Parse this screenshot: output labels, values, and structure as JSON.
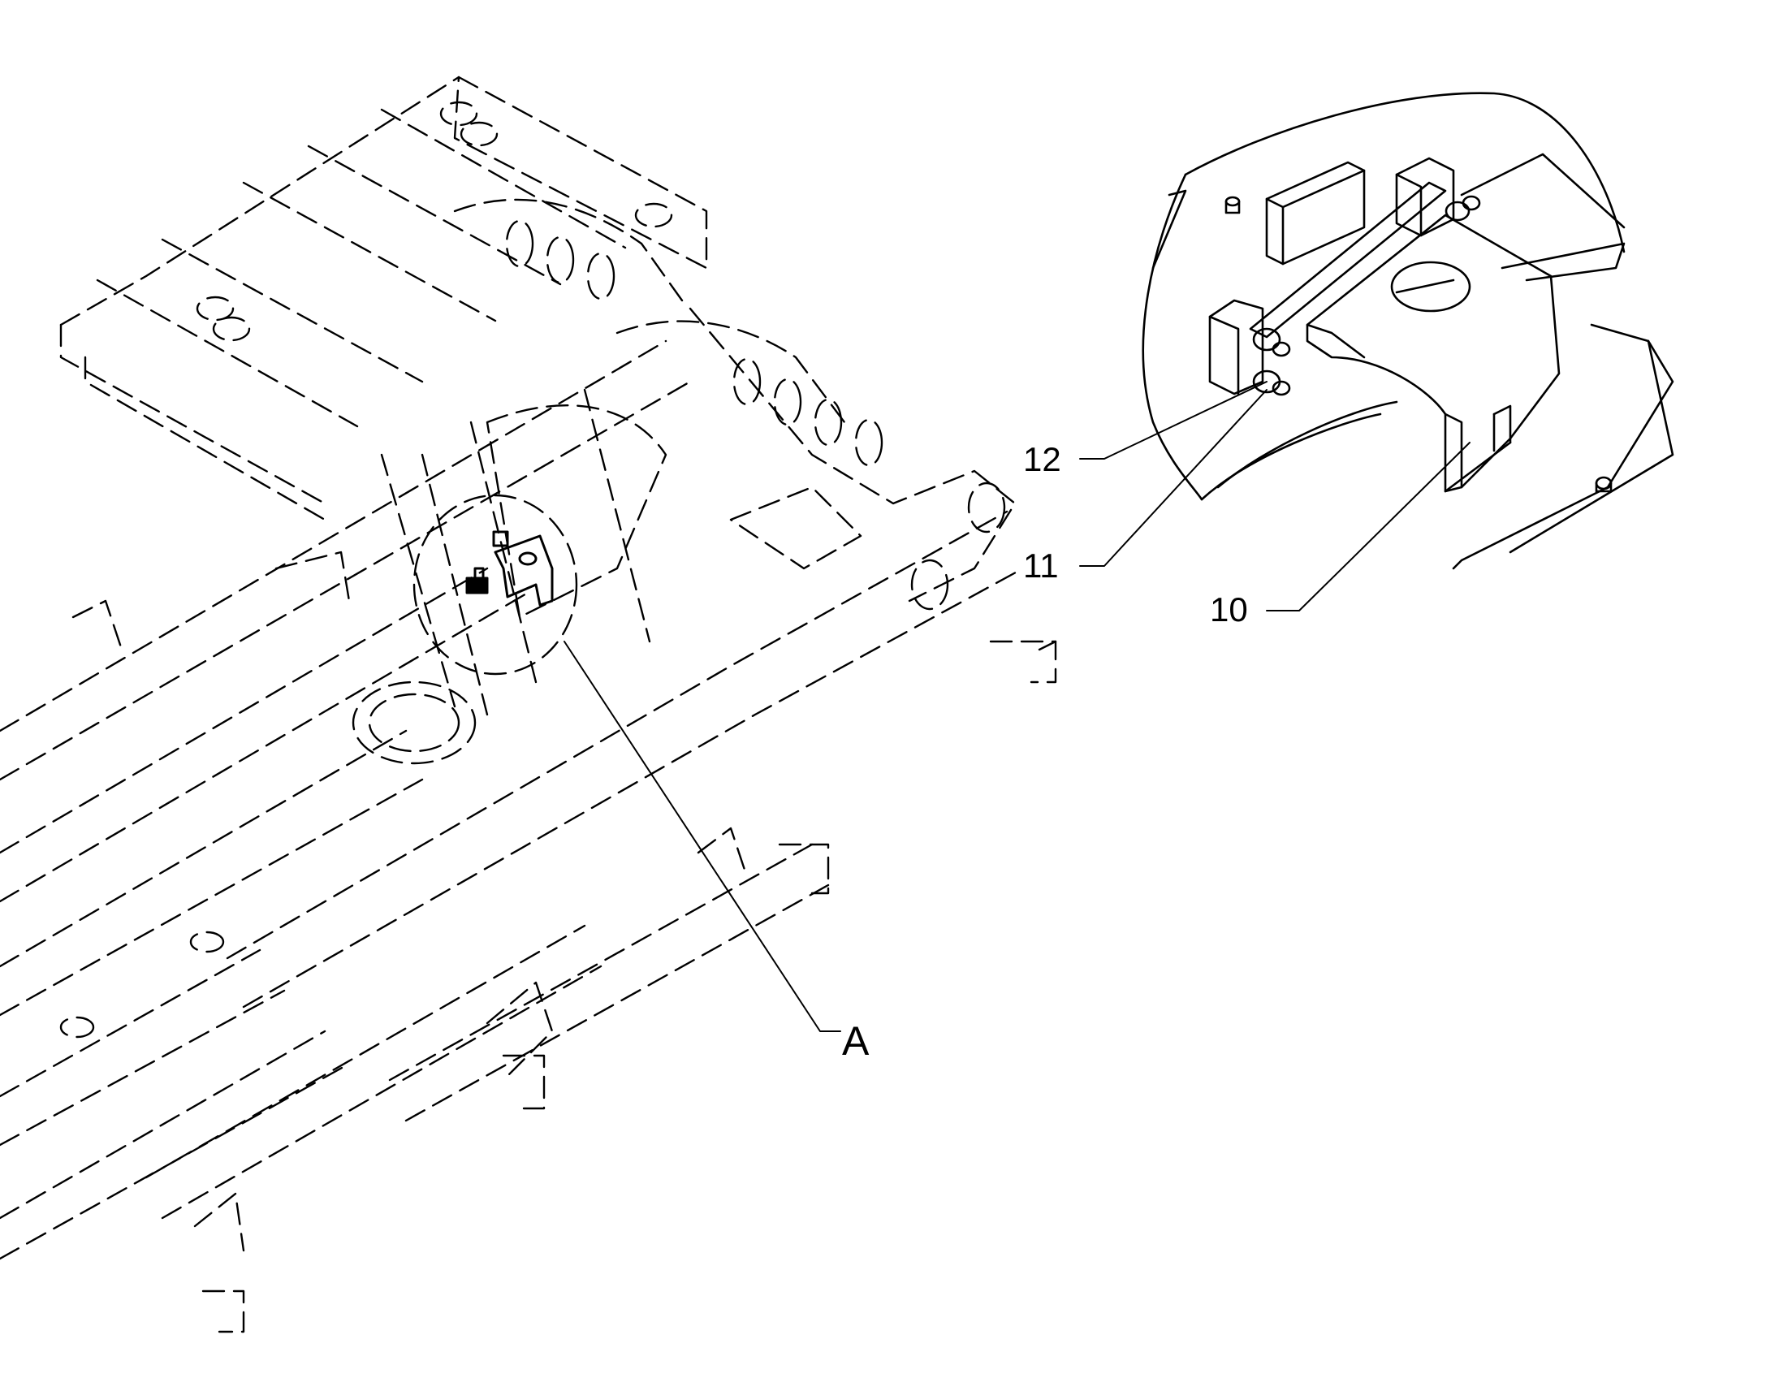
{
  "callouts": {
    "item_12": "12",
    "item_11": "11",
    "item_10": "10",
    "detail_a": "A"
  },
  "colors": {
    "line": "#000000",
    "background": "#ffffff"
  }
}
